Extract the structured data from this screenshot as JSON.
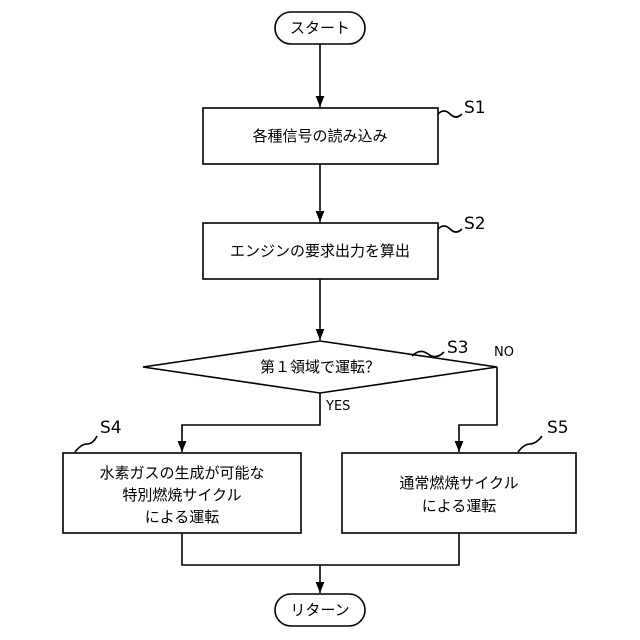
{
  "flowchart": {
    "start_label": "スタート",
    "end_label": "リターン",
    "s1": {
      "id": "S1",
      "text": "各種信号の読み込み"
    },
    "s2": {
      "id": "S2",
      "text": "エンジンの要求出力を算出"
    },
    "s3": {
      "id": "S3",
      "text": "第１領域で運転？",
      "yes": "YES",
      "no": "NO"
    },
    "s4": {
      "id": "S4",
      "lines": [
        "水素ガスの生成が可能な",
        "特別燃焼サイクル",
        "による運転"
      ]
    },
    "s5": {
      "id": "S5",
      "lines": [
        "通常燃焼サイクル",
        "による運転"
      ]
    }
  }
}
